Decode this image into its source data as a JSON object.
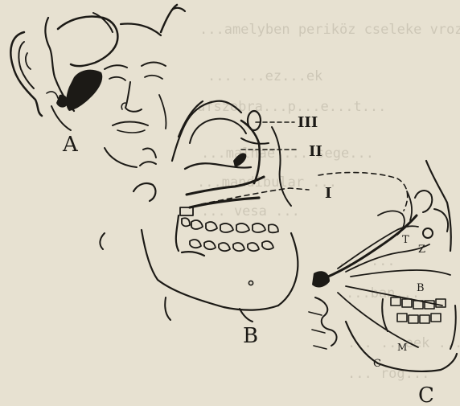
{
  "panels": [
    {
      "id": "A",
      "label": "A"
    },
    {
      "id": "B",
      "label": "B"
    },
    {
      "id": "C",
      "label": "C"
    }
  ],
  "level_markers": [
    "III",
    "II",
    "I"
  ],
  "panel_c_annotations": [
    "T",
    "Z",
    "B",
    "M",
    "C"
  ],
  "bleed_through_lines": [
    "...amelyben periköz cseleke vrozseakoztatva",
    "... ...ez...ek",
    "ufszobra...p...e...t...",
    "...malnae ... sege...",
    "...mandibular ...",
    "... vesa ...",
    "... ...",
    "...ban...",
    "... ...eek ...",
    "... rög..."
  ],
  "ink_color": "#1c1a16",
  "paper_color": "#e7e1d1"
}
